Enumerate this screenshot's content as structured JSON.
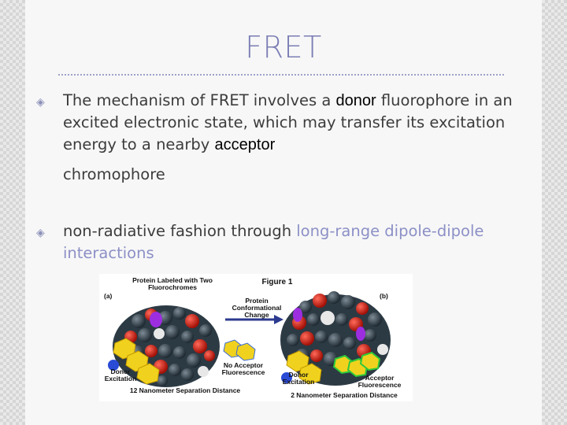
{
  "slide": {
    "title": "FRET",
    "bullets": [
      {
        "parts": [
          "The mechanism of FRET involves a ",
          "donor",
          " fluorophore in an excited electronic state, which may transfer its excitation energy to a nearby ",
          "acceptor",
          "chromophore"
        ]
      },
      {
        "parts": [
          "non-radiative fashion through ",
          "long-range dipole-dipole interactions"
        ]
      }
    ]
  },
  "figure": {
    "title": "Figure 1",
    "label_a": "(a)",
    "label_b": "(b)",
    "protein_label": "Protein Labeled with Two Fluorochromes",
    "change_label": "Protein Conformational Change",
    "donor_excitation_left": "Donor Excitation",
    "no_acceptor": "No Acceptor Fluorescence",
    "distance_left": "12 Nanometer Separation Distance",
    "donor_excitation_right": "Donor Excitation",
    "acceptor_fluorescence": "Acceptor Fluorescence",
    "distance_right": "2 Nanometer Separation Distance"
  },
  "colors": {
    "title": "#7a7db4",
    "highlight": "#8c90c6",
    "text": "#3c3c3c"
  }
}
